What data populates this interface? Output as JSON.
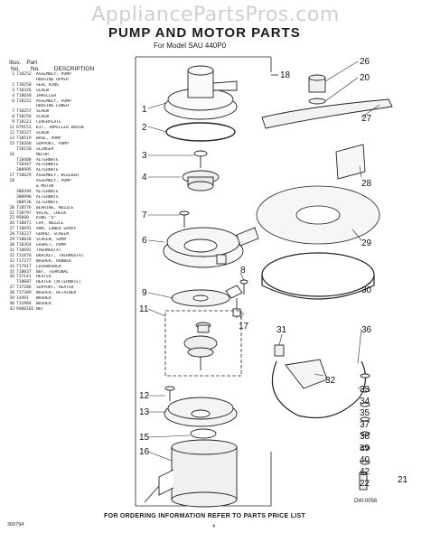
{
  "watermark": "AppliancePartsPros.com",
  "title": "PUMP AND MOTOR PARTS",
  "subtitle": "For Model SAU 440P0",
  "table_header": {
    "illus": "Illus.",
    "no": "No.",
    "part": "Part",
    "part_no": "No.",
    "description": "DESCRIPTION"
  },
  "parts": [
    {
      "key": "1",
      "part": "718252",
      "desc": "ASSEMBLY, PUMP"
    },
    {
      "key": "",
      "part": "",
      "desc": "HOUSING  UPPER"
    },
    {
      "key": "2",
      "part": "718250",
      "desc": "SEAL RING"
    },
    {
      "key": "3",
      "part": "718326",
      "desc": "SCREW"
    },
    {
      "key": "4",
      "part": "718649",
      "desc": "IMPELLER"
    },
    {
      "key": "6",
      "part": "718222",
      "desc": "ASSEMBLY, PUMP"
    },
    {
      "key": "",
      "part": "",
      "desc": "HOUSING  LOWER"
    },
    {
      "key": "7",
      "part": "718257",
      "desc": "SCREW"
    },
    {
      "key": "8",
      "part": "718258",
      "desc": "SCREW"
    },
    {
      "key": "9",
      "part": "718221",
      "desc": "COVERPLATE"
    },
    {
      "key": "11",
      "part": "679153",
      "desc": "KIT, IMPELLER DRAIN"
    },
    {
      "key": "12",
      "part": "718327",
      "desc": "SCREW"
    },
    {
      "key": "13",
      "part": "718519",
      "desc": "BASE, PUMP"
    },
    {
      "key": "15",
      "part": "718260",
      "desc": "SUPPORT, PUMP"
    },
    {
      "key": "",
      "part": "718150",
      "desc": "SLINGER"
    },
    {
      "key": "16",
      "part": "",
      "desc": "MOTOR"
    },
    {
      "key": "",
      "part": "718400",
      "desc": "ALTERNATE"
    },
    {
      "key": "",
      "part": "718447",
      "desc": "ALTERNATE"
    },
    {
      "key": "",
      "part": "300995",
      "desc": "ALTERNATE"
    },
    {
      "key": "17",
      "part": "718629",
      "desc": "ASSEMBLY, BLEEDER"
    },
    {
      "key": "18",
      "part": "",
      "desc": "ASSEMBLY, PUMP"
    },
    {
      "key": "",
      "part": "",
      "desc": "& MOTOR"
    },
    {
      "key": "",
      "part": "300394",
      "desc": "ALTERNATE"
    },
    {
      "key": "",
      "part": "300996",
      "desc": "ALTERNATE"
    },
    {
      "key": "",
      "part": "300536",
      "desc": "ALTERNATE"
    },
    {
      "key": "20",
      "part": "718576",
      "desc": "BEARING, NOZZLE"
    },
    {
      "key": "21",
      "part": "718797",
      "desc": "VALVE, CHECK"
    },
    {
      "key": "22",
      "part": "95080",
      "desc": "RING \"O\""
    },
    {
      "key": "26",
      "part": "718871",
      "desc": "CAP, NOZZLE"
    },
    {
      "key": "27",
      "part": "718691",
      "desc": "ARM, LOWER SPRAY"
    },
    {
      "key": "28",
      "part": "718227",
      "desc": "GUARD, SCREEN"
    },
    {
      "key": "29",
      "part": "718028",
      "desc": "SCREEN, SUMP"
    },
    {
      "key": "30",
      "part": "718264",
      "desc": "GASKET, PUMP"
    },
    {
      "key": "31",
      "part": "718692",
      "desc": "THERMOSTAT"
    },
    {
      "key": "32",
      "part": "711870",
      "desc": "BRACKET, THERMOSTAT"
    },
    {
      "key": "33",
      "part": "717277",
      "desc": "WASHER, RUBBER"
    },
    {
      "key": "34",
      "part": "717917",
      "desc": "LOCKWASHER"
    },
    {
      "key": "35",
      "part": "718837",
      "desc": "NUT, TERMINAL"
    },
    {
      "key": "36",
      "part": "717141",
      "desc": "HEATER"
    },
    {
      "key": "",
      "part": "718687",
      "desc": "HEATER (ALTERNATE)"
    },
    {
      "key": "37",
      "part": "717286",
      "desc": "SUPPORT, HEATER"
    },
    {
      "key": "38",
      "part": "717389",
      "desc": "WASHER, RETAINER"
    },
    {
      "key": "39",
      "part": "14491",
      "desc": "WASHER"
    },
    {
      "key": "40",
      "part": "711984",
      "desc": "WASHER"
    },
    {
      "key": "42",
      "part": "9400182",
      "desc": "NUT"
    }
  ],
  "callouts": {
    "c1": "1",
    "c2": "2",
    "c3": "3",
    "c4": "4",
    "c6": "6",
    "c7": "7",
    "c8": "8",
    "c9": "9",
    "c11": "11",
    "c12": "12",
    "c13": "13",
    "c15": "15",
    "c16": "16",
    "c17": "17",
    "c18": "18",
    "c20": "20",
    "c26": "26",
    "c27": "27",
    "c28": "28",
    "c29": "29",
    "c30": "30",
    "c31": "31",
    "c32": "32",
    "c33": "33",
    "c34": "34",
    "c35": "35",
    "c36": "36",
    "c37": "37",
    "c38": "38",
    "c39": "39",
    "c40": "40",
    "c42": "42",
    "c22": "22",
    "c21": "21"
  },
  "drawing_code": "DW-0056",
  "footer": "FOR ORDERING INFORMATION REFER TO PARTS PRICE LIST",
  "footer_code": "300794",
  "page_number": "4"
}
